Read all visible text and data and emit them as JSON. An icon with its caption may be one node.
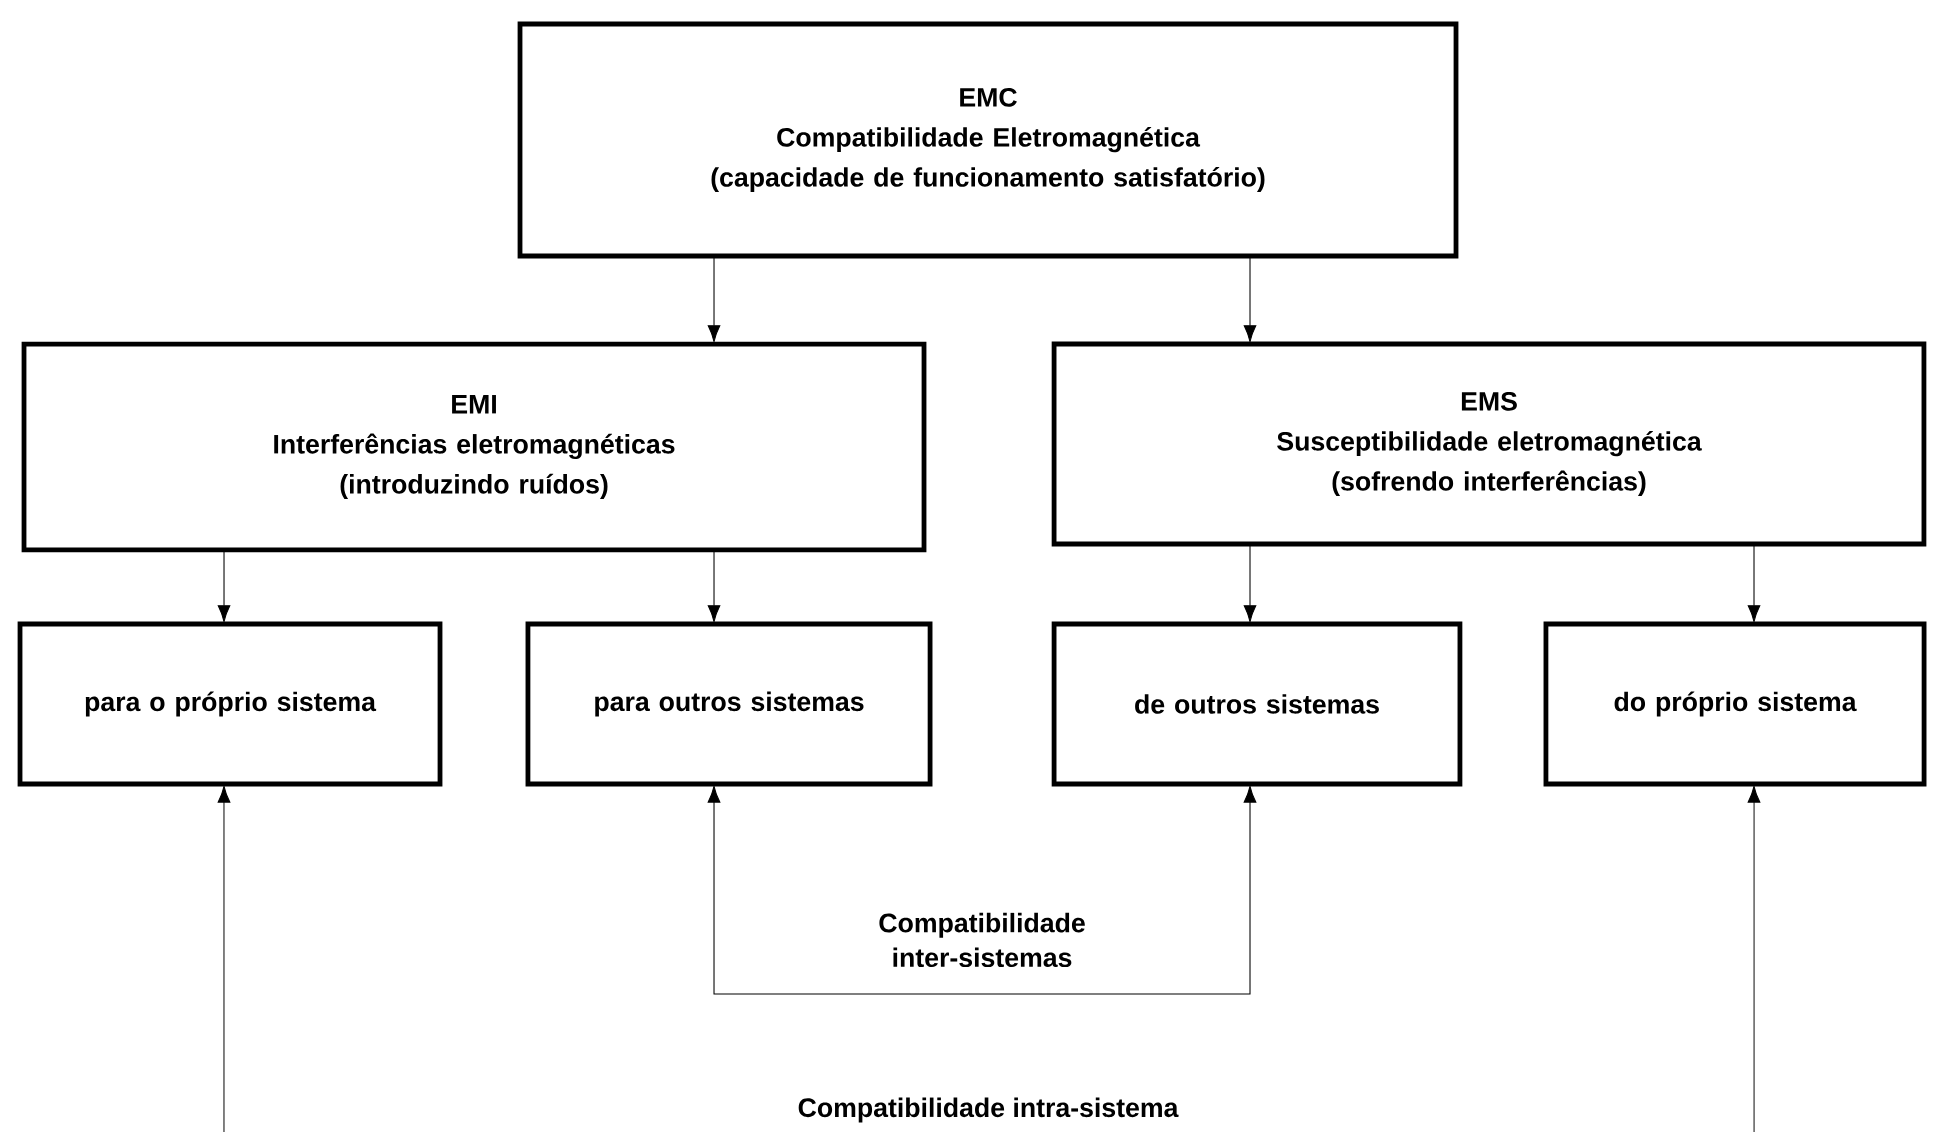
{
  "diagram": {
    "nodes": [
      {
        "text": [
          "EMC",
          "Compatibilidade Eletromagnética",
          "(capacidade de funcionamento satisfatório)"
        ]
      },
      {
        "text": [
          "EMI",
          "Interferências eletromagnéticas",
          "(introduzindo ruídos)"
        ]
      },
      {
        "text": [
          "EMS",
          "Susceptibilidade eletromagnética",
          "(sofrendo interferências)"
        ]
      },
      {
        "text": [
          "para o próprio sistema"
        ]
      },
      {
        "text": [
          "para outros sistemas"
        ]
      },
      {
        "text": [
          "de outros sistemas"
        ]
      },
      {
        "text": [
          "do próprio sistema"
        ]
      }
    ],
    "edges": [
      {
        "from": 0,
        "to": 1,
        "arrow": "to"
      },
      {
        "from": 0,
        "to": 2,
        "arrow": "to"
      },
      {
        "from": 1,
        "to": 3,
        "arrow": "to"
      },
      {
        "from": 1,
        "to": 4,
        "arrow": "to"
      },
      {
        "from": 2,
        "to": 5,
        "arrow": "to"
      },
      {
        "from": 2,
        "to": 6,
        "arrow": "to"
      },
      {
        "from": 4,
        "to": 5,
        "arrow": "both",
        "label": "Compatibilidade inter-sistemas"
      },
      {
        "from": null,
        "to": 3,
        "arrow": "to"
      },
      {
        "from": null,
        "to": 6,
        "arrow": "to"
      }
    ],
    "labels": [
      "Compatibilidade intra-sistema"
    ]
  }
}
